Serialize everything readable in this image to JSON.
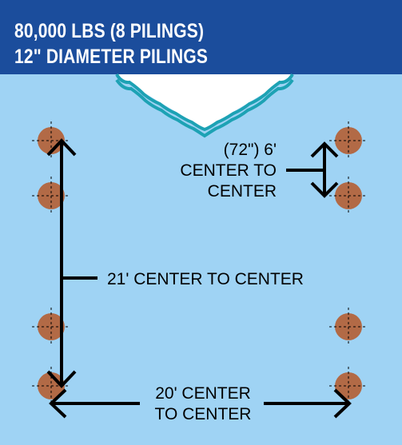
{
  "header": {
    "line1": "80,000 LBS (8 PILINGS)",
    "line2": "12\" DIAMETER PILINGS"
  },
  "labels": {
    "piling_spacing": [
      "(72\") 6'",
      "CENTER TO",
      "CENTER"
    ],
    "long_side": "21' CENTER TO CENTER",
    "short_side": [
      "20' CENTER",
      "TO CENTER"
    ]
  },
  "colors": {
    "header_bg": "#1b4d9c",
    "water": "#9fd3f4",
    "boat_wake": "#1da2b4",
    "boat_hull": "#ffffff",
    "piling": "#b26a46"
  },
  "icons": {
    "boat": "boat-bow-icon",
    "piling": "piling-circle-icon"
  }
}
